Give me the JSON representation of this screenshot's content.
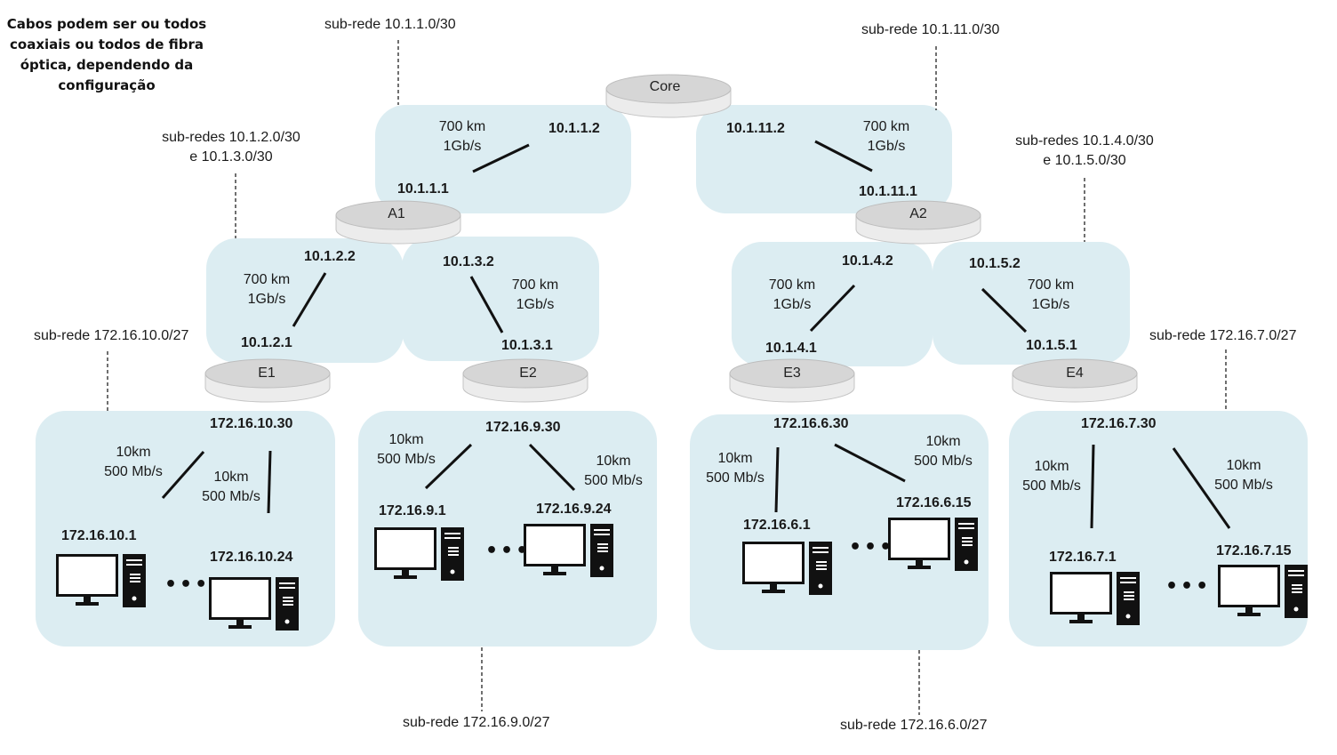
{
  "note": {
    "line1": "Cabos podem ser ou todos",
    "line2": "coaxiais ou todos de fibra",
    "line3": "óptica, dependendo da",
    "line4": "configuração"
  },
  "nodes": {
    "core": "Core",
    "a1": "A1",
    "a2": "A2",
    "e1": "E1",
    "e2": "E2",
    "e3": "E3",
    "e4": "E4"
  },
  "subnets": {
    "core_a1": "sub-rede 10.1.1.0/30",
    "core_a2": "sub-rede 10.1.11.0/30",
    "a1_line1": "sub-redes 10.1.2.0/30",
    "a1_line2": "e 10.1.3.0/30",
    "a2_line1": "sub-redes 10.1.4.0/30",
    "a2_line2": "e 10.1.5.0/30",
    "lan_e1": "sub-rede 172.16.10.0/27",
    "lan_e2": "sub-rede 172.16.9.0/27",
    "lan_e3": "sub-rede 172.16.6.0/27",
    "lan_e4": "sub-rede 172.16.7.0/27"
  },
  "links": {
    "core_a1": {
      "distance": "700 km",
      "speed": "1Gb/s",
      "ip_top": "10.1.1.2",
      "ip_bottom": "10.1.1.1"
    },
    "core_a2": {
      "distance": "700 km",
      "speed": "1Gb/s",
      "ip_top": "10.1.11.2",
      "ip_bottom": "10.1.11.1"
    },
    "a1_e1": {
      "distance": "700 km",
      "speed": "1Gb/s",
      "ip_top": "10.1.2.2",
      "ip_bottom": "10.1.2.1"
    },
    "a1_e2": {
      "distance": "700 km",
      "speed": "1Gb/s",
      "ip_top": "10.1.3.2",
      "ip_bottom": "10.1.3.1"
    },
    "a2_e3": {
      "distance": "700 km",
      "speed": "1Gb/s",
      "ip_top": "10.1.4.2",
      "ip_bottom": "10.1.4.1"
    },
    "a2_e4": {
      "distance": "700 km",
      "speed": "1Gb/s",
      "ip_top": "10.1.5.2",
      "ip_bottom": "10.1.5.1"
    }
  },
  "lans": {
    "e1": {
      "gateway": "172.16.10.30",
      "host_first": "172.16.10.1",
      "host_last": "172.16.10.24",
      "left_distance": "10km",
      "left_speed": "500 Mb/s",
      "right_distance": "10km",
      "right_speed": "500 Mb/s"
    },
    "e2": {
      "gateway": "172.16.9.30",
      "host_first": "172.16.9.1",
      "host_last": "172.16.9.24",
      "left_distance": "10km",
      "left_speed": "500 Mb/s",
      "right_distance": "10km",
      "right_speed": "500 Mb/s"
    },
    "e3": {
      "gateway": "172.16.6.30",
      "host_first": "172.16.6.1",
      "host_last": "172.16.6.15",
      "left_distance": "10km",
      "left_speed": "500 Mb/s",
      "right_distance": "10km",
      "right_speed": "500 Mb/s"
    },
    "e4": {
      "gateway": "172.16.7.30",
      "host_first": "172.16.7.1",
      "host_last": "172.16.7.15",
      "left_distance": "10km",
      "left_speed": "500 Mb/s",
      "right_distance": "10km",
      "right_speed": "500 Mb/s"
    }
  },
  "ellipsis": "•••",
  "colors": {
    "panel": "#dcedf2",
    "router_top": "#d4d4d4",
    "router_side": "#ececec",
    "line": "#111111"
  }
}
